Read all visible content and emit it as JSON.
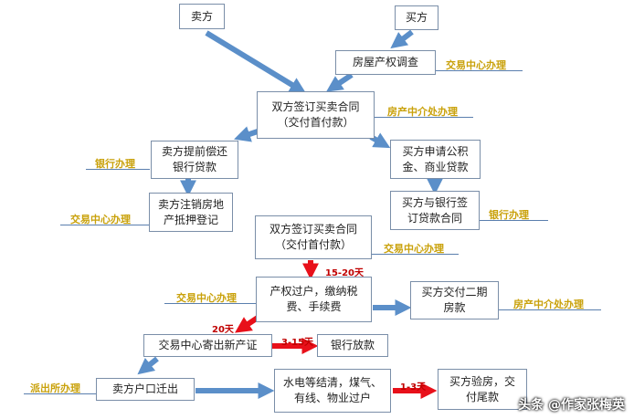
{
  "nodes": {
    "seller": "卖方",
    "buyer": "买方",
    "property_check": "房屋产权调查",
    "contract_1": "双方签订买卖合同\n（交付首付款）",
    "seller_repay": "卖方提前偿还\n银行贷款",
    "buyer_apply_loan": "买方申请公积\n金、商业贷款",
    "cancel_mortgage": "卖方注销房地\n产抵押登记",
    "bank_contract": "买方与银行签\n订贷款合同",
    "contract_2": "双方签订买卖合同\n（交付首付款）",
    "transfer": "产权过户，缴纳税\n费、手续费",
    "second_payment": "买方交付二期\n房款",
    "new_cert": "交易中心寄出新产证",
    "bank_release": "银行放款",
    "hukou_out": "卖方户口迁出",
    "utilities": "水电等结清，煤气、\n有线、物业过户",
    "inspection": "买方验房，交\n付尾款"
  },
  "annotations": {
    "a1": "交易中心办理",
    "a2": "房产中介处办理",
    "a3": "银行办理",
    "a4": "交易中心办理",
    "a5": "银行办理",
    "a6": "交易中心办理",
    "a7": "交易中心办理",
    "a8": "房产中介处办理",
    "a9": "派出所办理"
  },
  "durations": {
    "d1": "15-20天",
    "d2": "20天",
    "d3": "3-15天",
    "d4": "1-3天"
  },
  "watermark": "头条 @作家张梅英",
  "colors": {
    "blue_arrow": "#5b8fc9",
    "red_arrow": "#e8101a",
    "annotation": "#c9a10a"
  }
}
